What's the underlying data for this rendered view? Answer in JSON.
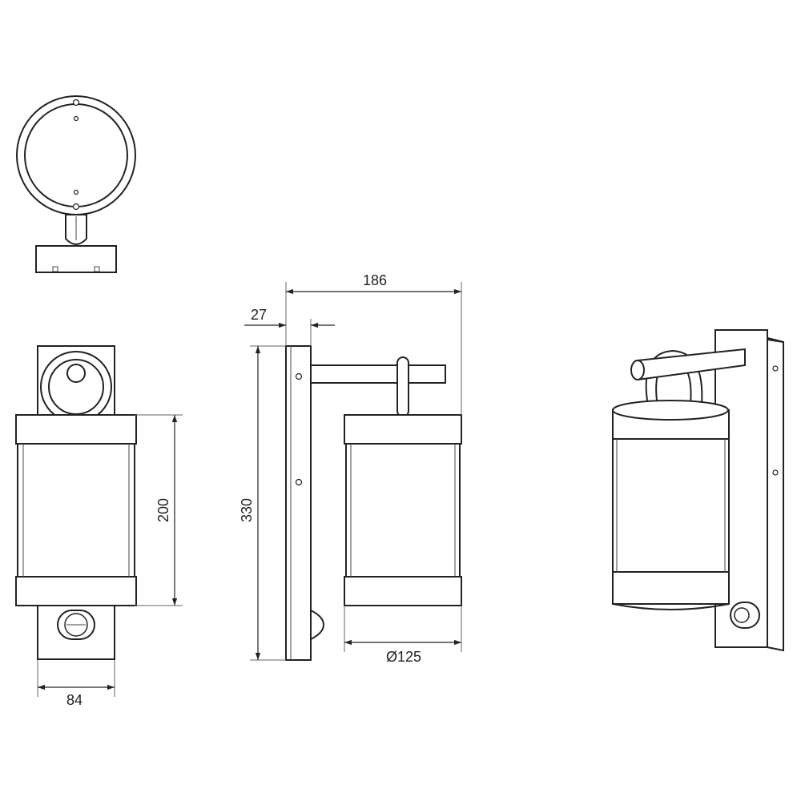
{
  "colors": {
    "line": "#222222",
    "background": "#ffffff"
  },
  "dimensions": {
    "front_width": "84",
    "shade_height": "200",
    "total_height": "330",
    "projection": "186",
    "plate_thickness": "27",
    "shade_diameter": "Ø125"
  }
}
